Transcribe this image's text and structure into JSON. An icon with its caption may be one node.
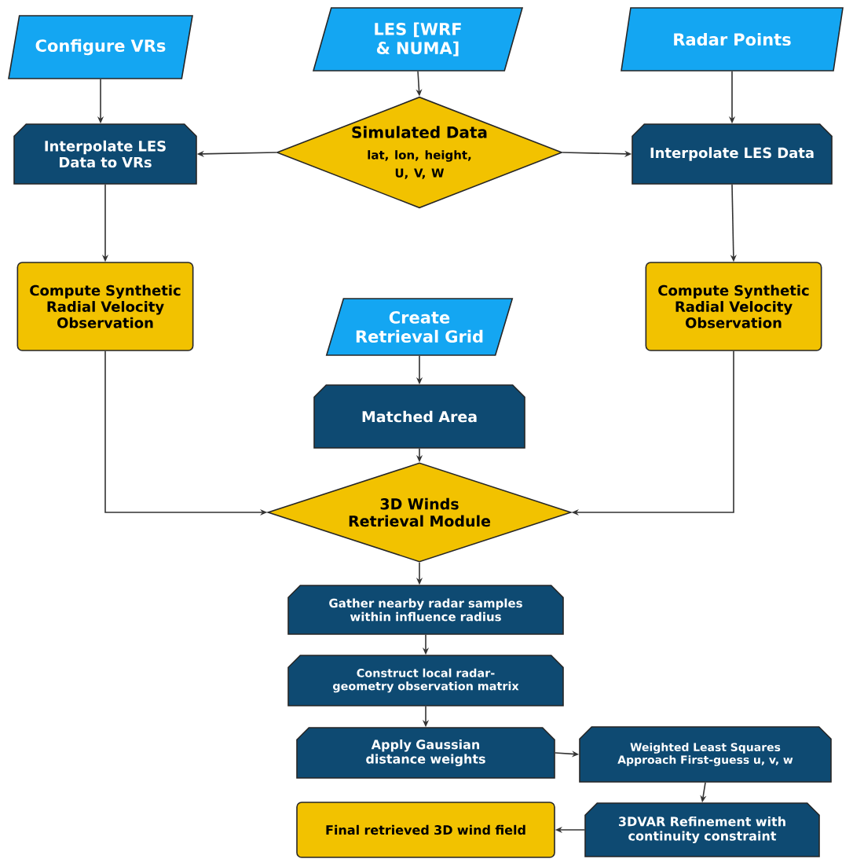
{
  "diagram": {
    "nodes": [
      {
        "text": [
          "Configure VRs"
        ]
      },
      {
        "text": [
          "LES [WRF & NUMA]"
        ]
      },
      {
        "text": [
          "Radar Points"
        ]
      },
      {
        "text": [
          "Simulated Data",
          "lat, lon, height, U, V, W"
        ]
      },
      {
        "text": [
          "Interpolate LES Data to VRs"
        ]
      },
      {
        "text": [
          "Interpolate LES Data"
        ]
      },
      {
        "text": [
          "Compute Synthetic Radial Velocity Observation"
        ]
      },
      {
        "text": [
          "Compute Synthetic Radial Velocity Observation"
        ]
      },
      {
        "text": [
          "Create Retrieval Grid"
        ]
      },
      {
        "text": [
          "Matched Area"
        ]
      },
      {
        "text": [
          "3D Winds Retrieval Module"
        ]
      },
      {
        "text": [
          "Gather nearby radar samples within influence radius"
        ]
      },
      {
        "text": [
          "Construct local radar-geometry observation matrix"
        ]
      },
      {
        "text": [
          "Apply Gaussian distance weights"
        ]
      },
      {
        "text": [
          "Weighted Least Squares Approach First-guess u, v, w"
        ]
      },
      {
        "text": [
          "Final retrieved 3D wind field"
        ]
      },
      {
        "text": [
          "3DVAR Refinement with continuity constraint"
        ]
      }
    ],
    "edges": [
      {
        "from": 0,
        "to": 4,
        "arrow": "to"
      },
      {
        "from": 1,
        "to": 3,
        "arrow": "to"
      },
      {
        "from": 2,
        "to": 5,
        "arrow": "to"
      },
      {
        "from": 3,
        "to": 4,
        "arrow": "to"
      },
      {
        "from": 3,
        "to": 5,
        "arrow": "to"
      },
      {
        "from": 4,
        "to": 6,
        "arrow": "to"
      },
      {
        "from": 5,
        "to": 7,
        "arrow": "to"
      },
      {
        "from": 6,
        "to": 10,
        "arrow": "to"
      },
      {
        "from": 7,
        "to": 10,
        "arrow": "to"
      },
      {
        "from": 8,
        "to": 9,
        "arrow": "to"
      },
      {
        "from": 9,
        "to": 10,
        "arrow": "to"
      },
      {
        "from": 10,
        "to": 11,
        "arrow": "to"
      },
      {
        "from": 11,
        "to": 12,
        "arrow": "to"
      },
      {
        "from": 12,
        "to": 13,
        "arrow": "to"
      },
      {
        "from": 13,
        "to": 14,
        "arrow": "to"
      },
      {
        "from": 14,
        "to": 16,
        "arrow": "to"
      },
      {
        "from": 16,
        "to": 15,
        "arrow": "to"
      }
    ]
  }
}
